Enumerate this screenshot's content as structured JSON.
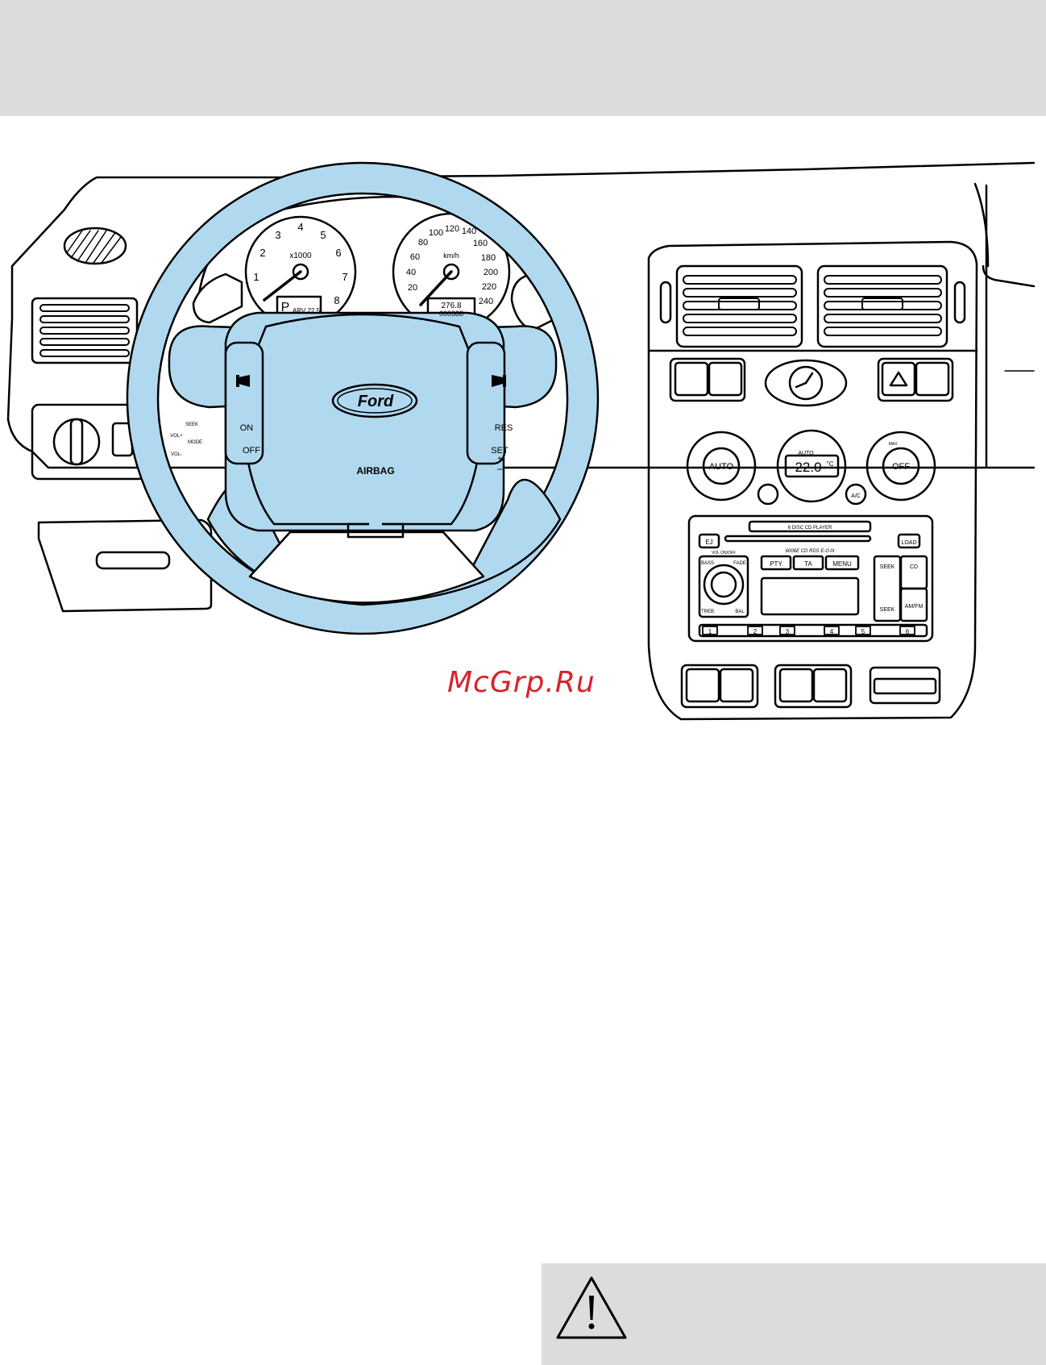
{
  "figure": {
    "tachometer": {
      "unit": "x1000",
      "ticks": [
        "1",
        "2",
        "3",
        "4",
        "5",
        "6",
        "7",
        "8"
      ],
      "display_main": "P",
      "display_sub": "ARV 22.5"
    },
    "speedometer": {
      "unit": "km/h",
      "ticks": [
        "20",
        "40",
        "60",
        "80",
        "100",
        "120",
        "140",
        "160",
        "180",
        "200",
        "220",
        "240"
      ],
      "trip": "276.8",
      "odo": "000388"
    },
    "steering_wheel": {
      "brand": "Ford",
      "airbag_label": "AIRBAG",
      "cruise_on": "ON",
      "cruise_off": "OFF",
      "cruise_res": "RES",
      "cruise_set": "SET",
      "plus": "+",
      "minus": "−"
    },
    "audio_stalk": {
      "seek": "SEEK",
      "vol_plus": "VOL+",
      "vol_minus": "VOL-",
      "mode": "MODE"
    },
    "climate": {
      "auto_left": "AUTO",
      "auto_display": "AUTO",
      "temp": "22.0",
      "temp_unit": "°C",
      "off": "OFF",
      "ac": "A/C",
      "max": "MAX"
    },
    "radio": {
      "player_label": "6 DISC CD PLAYER",
      "model_label": "6006E  CD RDS E-O-N",
      "eject": "EJ",
      "load": "LOAD",
      "vol_label": "VOL ON/OFF",
      "bass": "BASS",
      "fade": "FADE",
      "treb": "TREB",
      "bal": "BAL",
      "pty": "PTY",
      "ta": "TA",
      "menu": "MENU",
      "seek_up": "SEEK",
      "seek_down": "SEEK",
      "cd": "CD",
      "amfm": "AM/FM",
      "presets": [
        "1",
        "2",
        "3",
        "4",
        "5",
        "6"
      ]
    }
  },
  "watermark": "McGrp.Ru"
}
